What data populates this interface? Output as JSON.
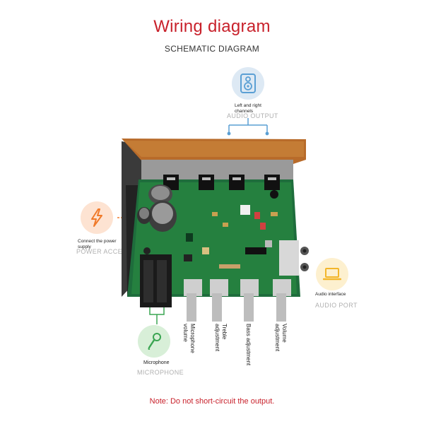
{
  "title": "Wiring diagram",
  "subtitle": "SCHEMATIC DIAGRAM",
  "audio_output": {
    "desc": "Left and right channels",
    "label": "AUDIO OUTPUT",
    "icon": "speaker-icon",
    "color": "#5a9fd4"
  },
  "power_access": {
    "desc": "Connect the power supply",
    "label": "POWER ACCESS",
    "icon": "lightning-icon",
    "color": "#f07a2a"
  },
  "audio_port": {
    "desc": "Audio interface",
    "label": "AUDIO PORT",
    "icon": "laptop-icon",
    "color": "#f3b62a"
  },
  "microphone": {
    "desc": "Microphone",
    "label": "MICROPHONE",
    "icon": "microphone-icon",
    "color": "#3aa552"
  },
  "knobs": [
    {
      "label": "Microphone volume"
    },
    {
      "label": "Treble adjustment"
    },
    {
      "label": "Bass adjustment"
    },
    {
      "label": "Volume adjustment"
    }
  ],
  "note": "Note: Do not short-circuit the output."
}
